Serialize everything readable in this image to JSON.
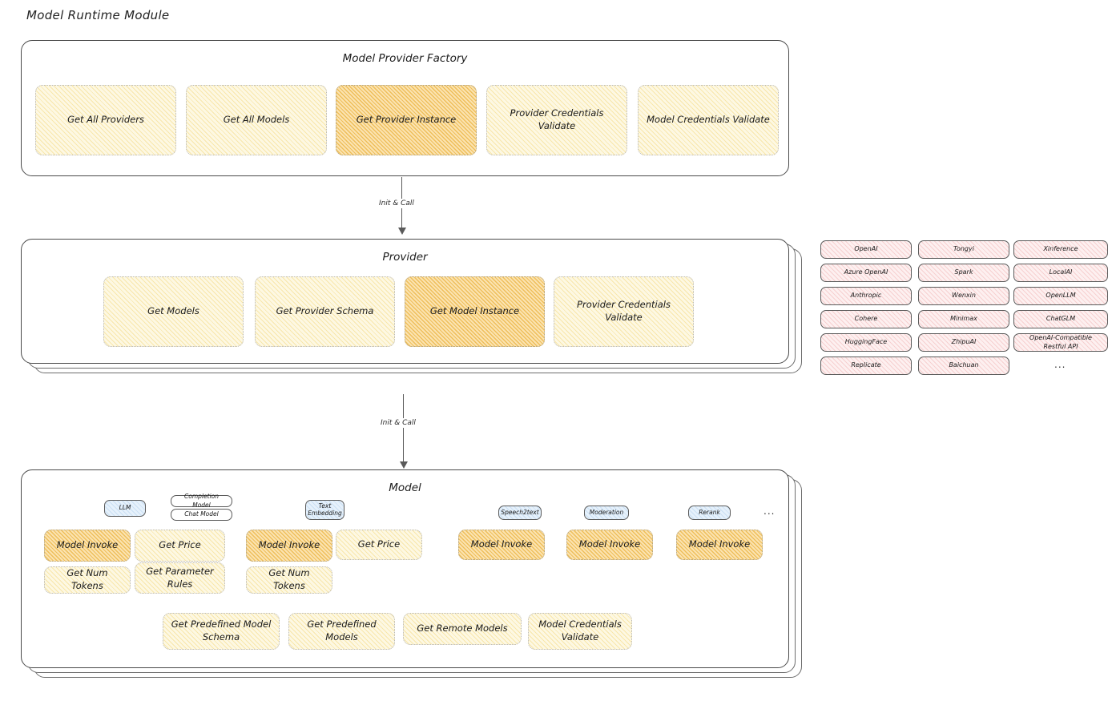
{
  "page": {
    "title": "Model Runtime Module"
  },
  "colors": {
    "cream": "#fdf8e3",
    "amber": "#fbe3b0",
    "rose": "#fdf0f0",
    "blue": "#e6f1fb",
    "stroke": "#4a4a4a"
  },
  "factory": {
    "title": "Model Provider Factory",
    "boxes": [
      {
        "label": "Get All Providers",
        "highlight": false
      },
      {
        "label": "Get All Models",
        "highlight": false
      },
      {
        "label": "Get Provider Instance",
        "highlight": true
      },
      {
        "label": "Provider Credentials Validate",
        "highlight": false
      },
      {
        "label": "Model Credentials Validate",
        "highlight": false
      }
    ]
  },
  "arrow1": {
    "label": "Init & Call"
  },
  "arrow2": {
    "label": "Init & Call"
  },
  "provider": {
    "title": "Provider",
    "boxes": [
      {
        "label": "Get Models",
        "highlight": false
      },
      {
        "label": "Get Provider Schema",
        "highlight": false
      },
      {
        "label": "Get Model Instance",
        "highlight": true
      },
      {
        "label": "Provider Credentials Validate",
        "highlight": false
      }
    ]
  },
  "provider_list": {
    "ellipsis": "...",
    "columns": [
      {
        "items": [
          "OpenAI",
          "Azure OpenAI",
          "Anthropic",
          "Cohere",
          "HuggingFace",
          "Replicate"
        ]
      },
      {
        "items": [
          "Tongyi",
          "Spark",
          "Wenxin",
          "Minimax",
          "ZhipuAI",
          "Baichuan"
        ]
      },
      {
        "items": [
          "Xinference",
          "LocalAI",
          "OpenLLM",
          "ChatGLM",
          "OpenAI-Compatible Restful API"
        ]
      }
    ]
  },
  "model": {
    "title": "Model",
    "ellipsis": "...",
    "types": [
      {
        "name": "LLM",
        "badges": [
          "Completion Model",
          "Chat Model"
        ],
        "methods": [
          {
            "label": "Model Invoke",
            "highlight": true
          },
          {
            "label": "Get Price",
            "highlight": false
          },
          {
            "label": "Get Num Tokens",
            "highlight": false
          },
          {
            "label": "Get Parameter Rules",
            "highlight": false
          }
        ]
      },
      {
        "name": "Text Embedding",
        "badges": [],
        "methods": [
          {
            "label": "Model Invoke",
            "highlight": true
          },
          {
            "label": "Get Price",
            "highlight": false
          },
          {
            "label": "Get Num Tokens",
            "highlight": false
          }
        ]
      },
      {
        "name": "Speech2text",
        "badges": [],
        "methods": [
          {
            "label": "Model Invoke",
            "highlight": true
          }
        ]
      },
      {
        "name": "Moderation",
        "badges": [],
        "methods": [
          {
            "label": "Model Invoke",
            "highlight": true
          }
        ]
      },
      {
        "name": "Rerank",
        "badges": [],
        "methods": [
          {
            "label": "Model Invoke",
            "highlight": true
          }
        ]
      }
    ],
    "common_methods": [
      "Get Predefined Model Schema",
      "Get Predefined Models",
      "Get Remote Models",
      "Model Credentials Validate"
    ]
  }
}
